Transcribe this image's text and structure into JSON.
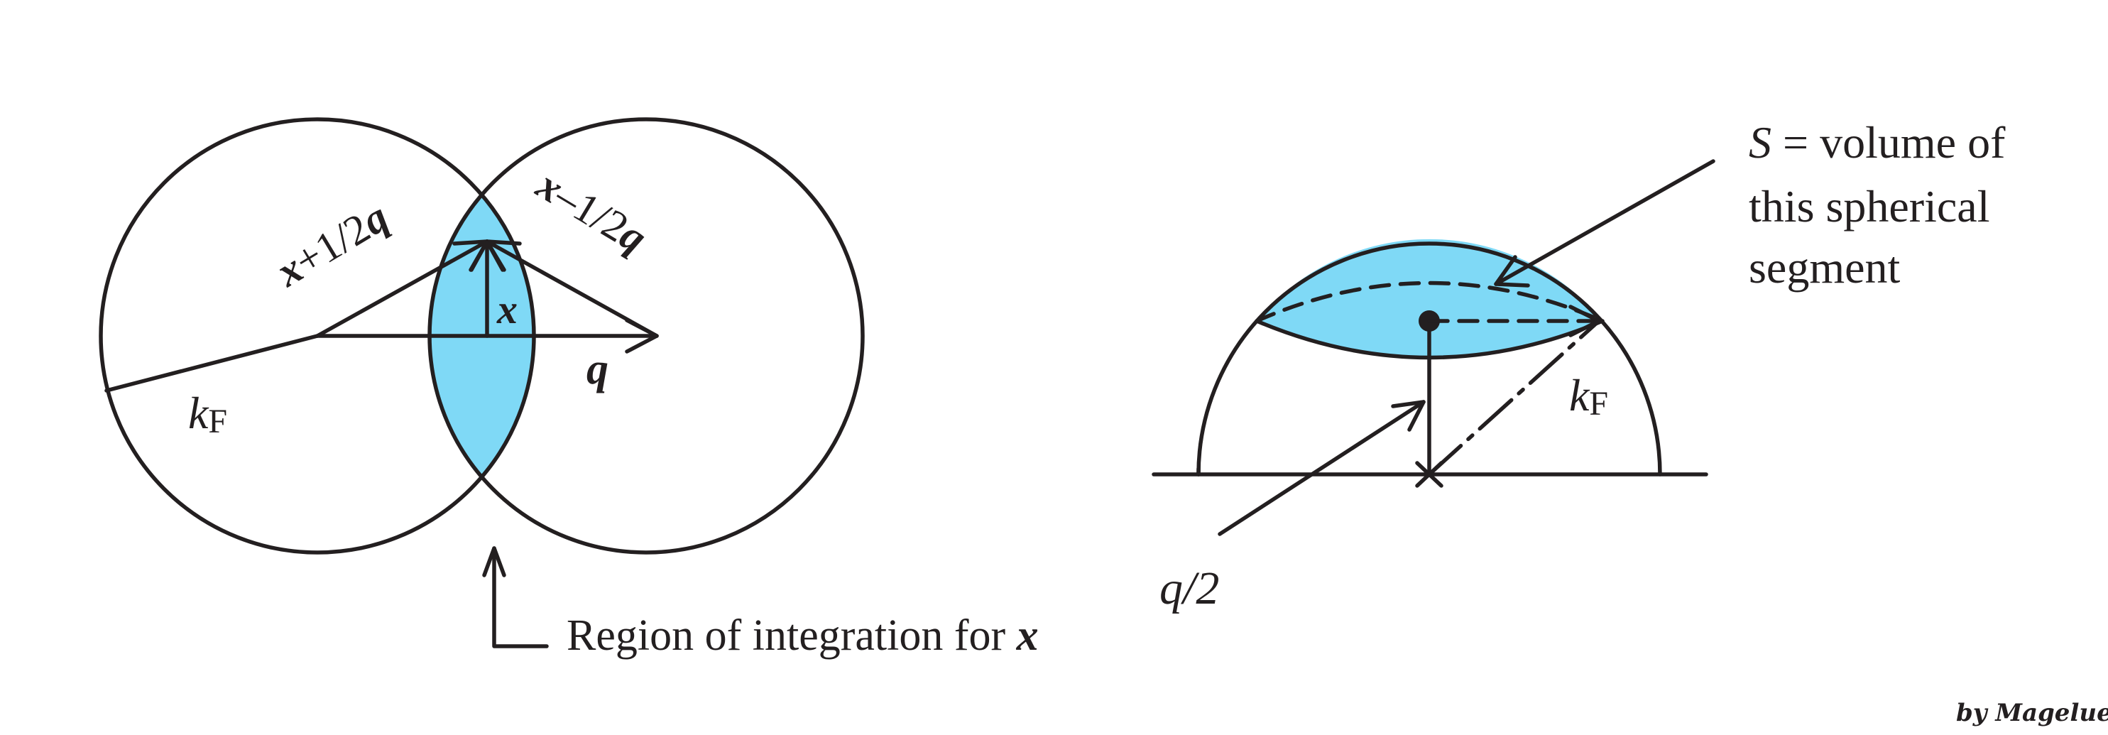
{
  "left_figure": {
    "label_x_plus": {
      "vec": "x",
      "rest": "+1/2",
      "vec2": "q"
    },
    "label_x_minus": {
      "vec": "x",
      "rest": "–1/2",
      "vec2": "q"
    },
    "label_x": "x",
    "label_q": "q",
    "label_kf": {
      "main": "k",
      "sub": "F"
    },
    "caption": {
      "text": "Region of integration for ",
      "vec": "x"
    }
  },
  "right_figure": {
    "label_kf": {
      "main": "k",
      "sub": "F"
    },
    "label_q_half": "q/2",
    "annotation": {
      "line1_var": "S",
      "line1_eq": " = ",
      "line1_rest": "volume of",
      "line2": "this spherical",
      "line3": "segment"
    }
  },
  "signature": "by Mageluer",
  "colors": {
    "fill": "#7fd9f6",
    "stroke": "#231f20"
  }
}
